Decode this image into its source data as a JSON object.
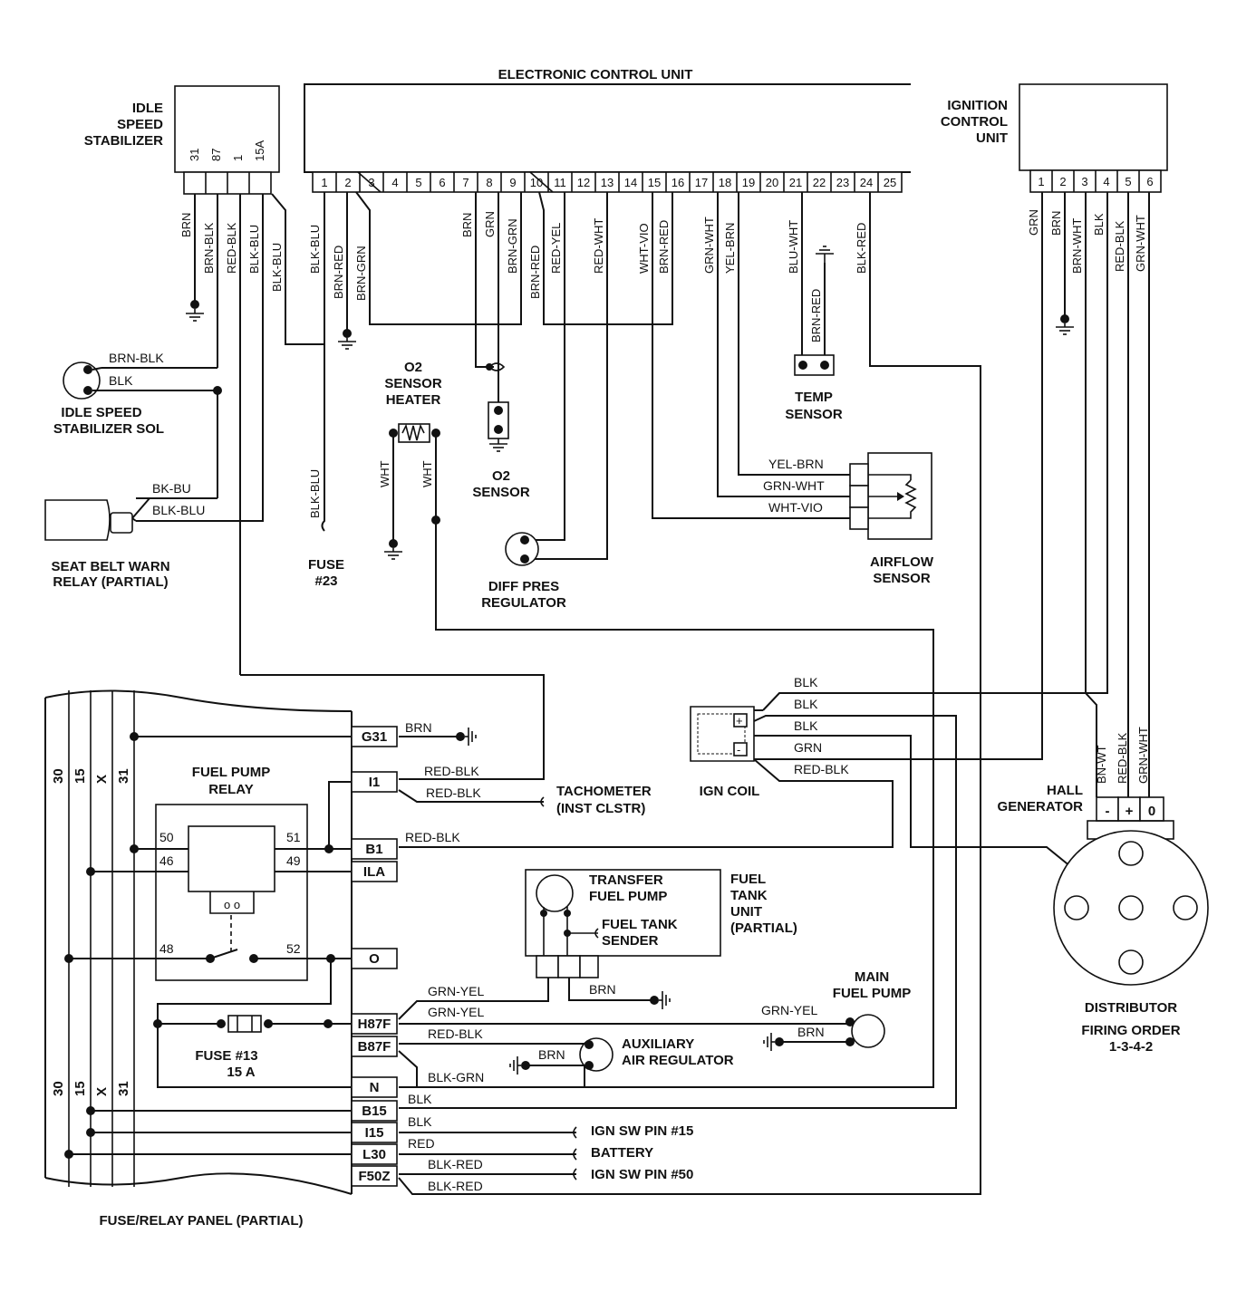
{
  "components": {
    "ecu": "ELECTRONIC CONTROL UNIT",
    "idle_stab": [
      "IDLE",
      "SPEED",
      "STABILIZER"
    ],
    "idle_pins": [
      "31",
      "87",
      "1",
      "15A"
    ],
    "icu": [
      "IGNITION",
      "CONTROL",
      "UNIT"
    ],
    "icu_pins": [
      "1",
      "2",
      "3",
      "4",
      "5",
      "6"
    ],
    "ecu_pins": [
      "1",
      "2",
      "3",
      "4",
      "5",
      "6",
      "7",
      "8",
      "9",
      "10",
      "11",
      "12",
      "13",
      "14",
      "15",
      "16",
      "17",
      "18",
      "19",
      "20",
      "21",
      "22",
      "23",
      "24",
      "25"
    ],
    "idle_sol": [
      "IDLE SPEED",
      "STABILIZER SOL"
    ],
    "seat_belt": [
      "SEAT BELT WARN",
      "RELAY (PARTIAL)"
    ],
    "fuse23": [
      "FUSE",
      "#23"
    ],
    "o2_heater": [
      "O2",
      "SENSOR",
      "HEATER"
    ],
    "o2_sensor": [
      "O2",
      "SENSOR"
    ],
    "temp_sensor": [
      "TEMP",
      "SENSOR"
    ],
    "airflow": [
      "AIRFLOW",
      "SENSOR"
    ],
    "diff_pres": [
      "DIFF PRES",
      "REGULATOR"
    ],
    "fuel_pump_relay": [
      "FUEL PUMP",
      "RELAY"
    ],
    "tachometer": [
      "TACHOMETER",
      "(INST CLSTR)"
    ],
    "ign_coil": "IGN COIL",
    "hall": [
      "HALL",
      "GENERATOR"
    ],
    "hall_pins": [
      "-",
      "+",
      "0"
    ],
    "transfer_pump": [
      "TRANSFER",
      "FUEL PUMP"
    ],
    "fuel_tank_sender": [
      "FUEL TANK",
      "SENDER"
    ],
    "fuel_tank_unit": [
      "FUEL",
      "TANK",
      "UNIT",
      "(PARTIAL)"
    ],
    "main_pump": [
      "MAIN",
      "FUEL PUMP"
    ],
    "aux_air": [
      "AUXILIARY",
      "AIR REGULATOR"
    ],
    "fuse13": [
      "FUSE #13",
      "15 A"
    ],
    "distributor": [
      "DISTRIBUTOR",
      "FIRING ORDER",
      "1-3-4-2"
    ],
    "panel": "FUSE/RELAY PANEL (PARTIAL)",
    "panel_buses": [
      "30",
      "15",
      "X",
      "31"
    ],
    "relay_pins": [
      "50",
      "46",
      "51",
      "49",
      "48",
      "52"
    ],
    "terminals": [
      "G31",
      "I1",
      "B1",
      "ILA",
      "O",
      "H87F",
      "B87F",
      "N",
      "B15",
      "I15",
      "L30",
      "F50Z"
    ],
    "ign_sw15": "IGN SW PIN #15",
    "battery": "BATTERY",
    "ign_sw50": "IGN SW PIN #50"
  },
  "wires": {
    "idle_stab": [
      "BRN",
      "BRN-BLK",
      "RED-BLK",
      "BLK-BLU",
      "BLK-BLU"
    ],
    "ecu": [
      "BLK-BLU",
      "BRN-RED",
      "BRN-GRN",
      "BRN",
      "GRN",
      "BRN-GRN",
      "BRN-RED",
      "RED-YEL",
      "RED-WHT",
      "WHT-VIO",
      "BRN-RED",
      "GRN-WHT",
      "YEL-BRN",
      "BLU-WHT",
      "BRN-RED",
      "BLK-RED"
    ],
    "icu": [
      "GRN",
      "BRN",
      "BRN-WHT",
      "BLK",
      "RED-BLK",
      "GRN-WHT"
    ],
    "sol": [
      "BRN-BLK",
      "BLK"
    ],
    "seat": [
      "BK-BU",
      "BLK-BLU"
    ],
    "fuse23": "BLK-BLU",
    "o2h": [
      "WHT",
      "WHT"
    ],
    "airflow": [
      "YEL-BRN",
      "GRN-WHT",
      "WHT-VIO"
    ],
    "coil": [
      "BLK",
      "BLK",
      "BLK",
      "GRN",
      "RED-BLK"
    ],
    "hall": [
      "BN-WT",
      "RED-BLK",
      "GRN-WHT"
    ],
    "panel": [
      "BRN",
      "RED-BLK",
      "RED-BLK",
      "RED-BLK",
      "GRN-YEL",
      "GRN-YEL",
      "RED-BLK",
      "BLK-GRN",
      "BLK",
      "BLK",
      "RED",
      "BLK-RED",
      "BLK-RED"
    ],
    "tank_brn": "BRN",
    "main_pump": [
      "GRN-YEL",
      "BRN"
    ],
    "aux": "BRN"
  }
}
